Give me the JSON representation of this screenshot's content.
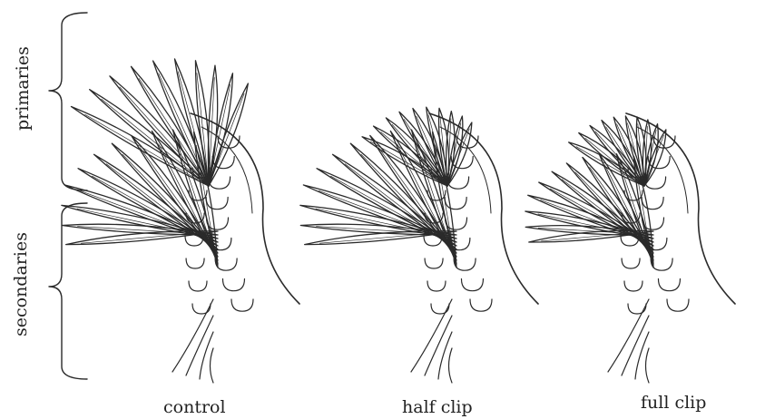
{
  "brackets": {
    "primaries": "primaries",
    "secondaries": "secondaries"
  },
  "wings": [
    {
      "label": "control"
    },
    {
      "label": "half clip"
    },
    {
      "label": "full clip"
    }
  ],
  "colors": {
    "line": "#2a2a2a",
    "background": "#ffffff"
  }
}
